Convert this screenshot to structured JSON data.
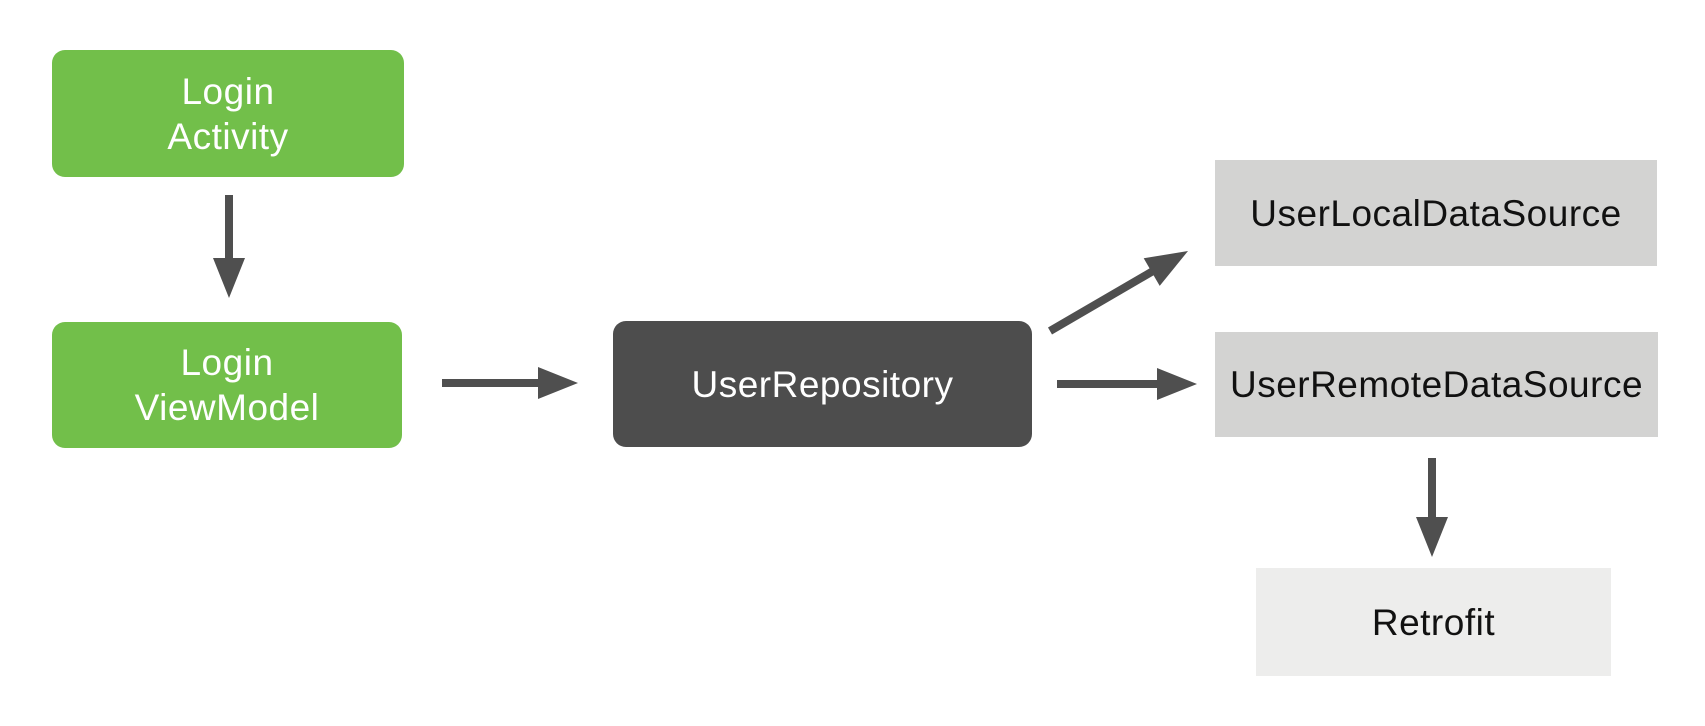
{
  "diagram": {
    "background_color": "#ffffff",
    "arrow_color": "#4f4f4f",
    "nodes": {
      "login_activity": {
        "label_line1": "Login",
        "label_line2": "Activity",
        "fill": "#72bf4a",
        "text_color": "#ffffff",
        "shape": "rounded"
      },
      "login_viewmodel": {
        "label_line1": "Login",
        "label_line2": "ViewModel",
        "fill": "#72bf4a",
        "text_color": "#ffffff",
        "shape": "rounded"
      },
      "user_repository": {
        "label": "UserRepository",
        "fill": "#4d4d4d",
        "text_color": "#ffffff",
        "shape": "rounded"
      },
      "user_local_datasource": {
        "label": "UserLocalDataSource",
        "fill": "#d3d3d2",
        "text_color": "#111111",
        "shape": "rect"
      },
      "user_remote_datasource": {
        "label": "UserRemoteDataSource",
        "fill": "#d3d3d2",
        "text_color": "#111111",
        "shape": "rect"
      },
      "retrofit": {
        "label": "Retrofit",
        "fill": "#ededec",
        "text_color": "#111111",
        "shape": "rect"
      }
    },
    "edges": [
      {
        "from": "login_activity",
        "to": "login_viewmodel",
        "direction": "down"
      },
      {
        "from": "login_viewmodel",
        "to": "user_repository",
        "direction": "right"
      },
      {
        "from": "user_repository",
        "to": "user_local_datasource",
        "direction": "up-right"
      },
      {
        "from": "user_repository",
        "to": "user_remote_datasource",
        "direction": "right"
      },
      {
        "from": "user_remote_datasource",
        "to": "retrofit",
        "direction": "down"
      }
    ]
  }
}
